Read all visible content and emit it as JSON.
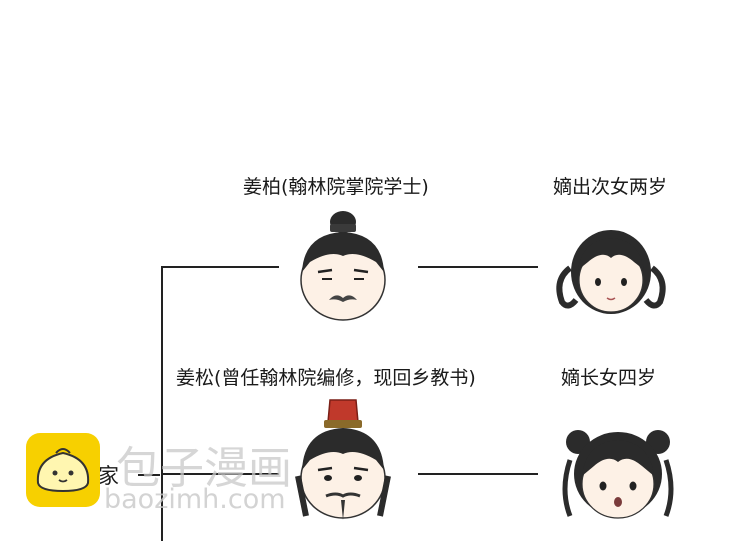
{
  "nodes": {
    "father": {
      "label": "姜柏(翰林院掌院学士)"
    },
    "daughter2": {
      "label": "嫡出次女两岁"
    },
    "uncle": {
      "label": "姜松(曾任翰林院编修，现回乡教书)"
    },
    "daughter1": {
      "label": "嫡长女四岁"
    },
    "root": {
      "label": "家"
    }
  },
  "watermark": {
    "title": "包子漫画",
    "url": "baozimh.com"
  },
  "colors": {
    "line": "#222222",
    "hair": "#2b2b2b",
    "skin": "#fdf1e6",
    "logo_yellow": "#f7d000",
    "hat_red": "#c0392b"
  }
}
